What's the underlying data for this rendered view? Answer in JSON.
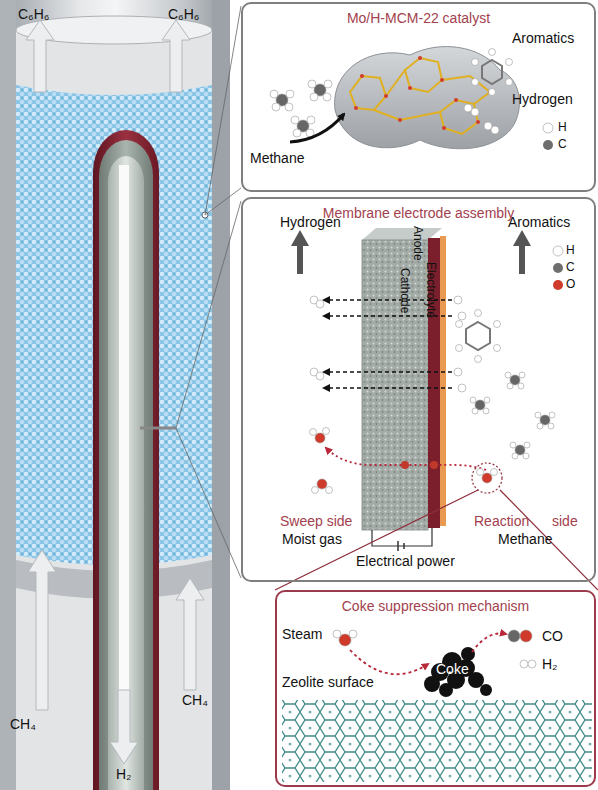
{
  "diagram": {
    "nodes": [
      {
        "text": [
          "Mo/H-MCM-22 catalyst"
        ]
      },
      {
        "text": [
          "Membrane electrode assembly"
        ]
      },
      {
        "text": [
          "Coke suppression mechanism"
        ]
      }
    ],
    "edges": [
      {
        "from": 1,
        "to": 2,
        "arrow": "none"
      }
    ],
    "labels": [
      "C₆H₆",
      "C₆H₆",
      "CH₄",
      "CH₄",
      "H₂",
      "Aromatics",
      "Hydrogen",
      "H",
      "C",
      "Methane",
      "Hydrogen",
      "Aromatics",
      "Anode",
      "Electrolyte",
      "Cathode",
      "H",
      "C",
      "O",
      "Sweep side",
      "Reaction",
      "side",
      "Moist gas",
      "Methane",
      "Electrical power",
      "Steam",
      "CO",
      "H₂",
      "Zeolite surface",
      "Coke"
    ]
  }
}
